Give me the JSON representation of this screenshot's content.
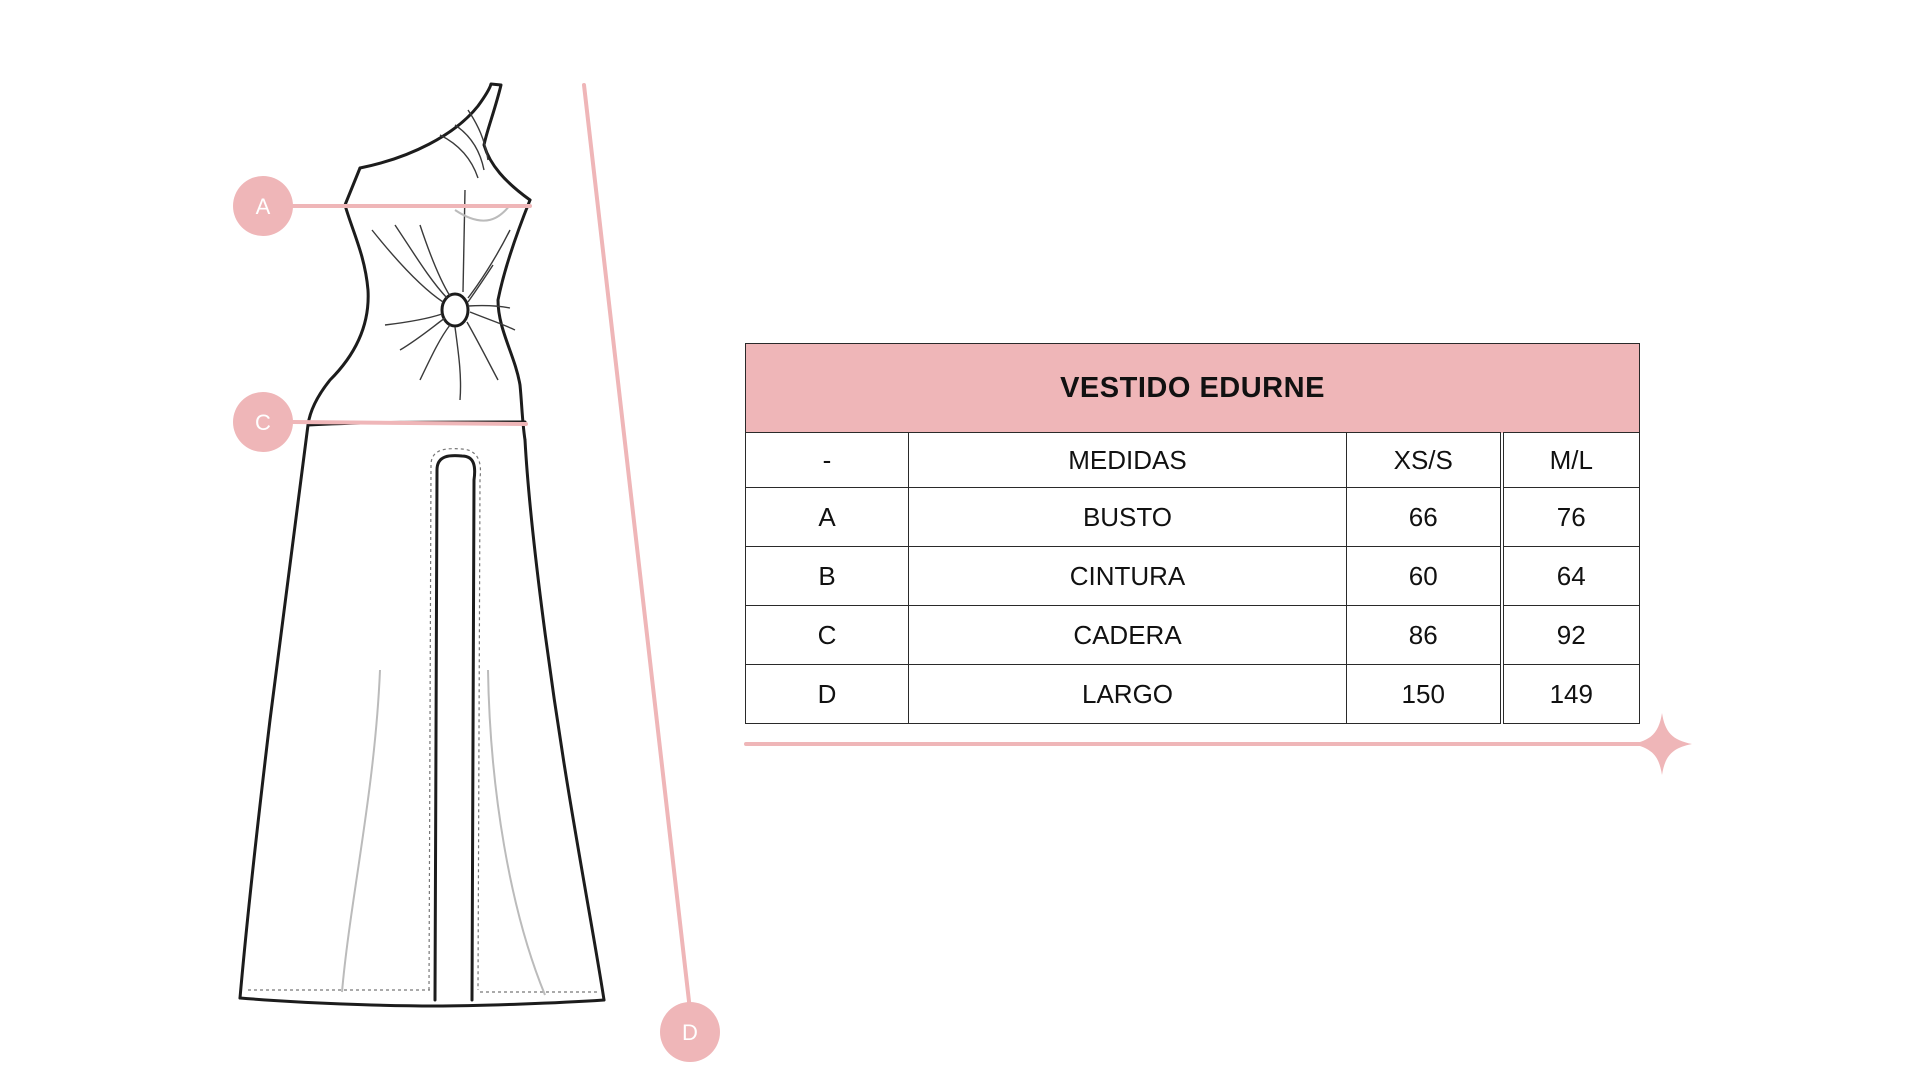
{
  "table": {
    "title": "VESTIDO EDURNE",
    "headers": [
      "-",
      "MEDIDAS",
      "XS/S",
      "M/L"
    ],
    "rows": [
      {
        "code": "A",
        "name": "BUSTO",
        "xs_s": "66",
        "m_l": "76"
      },
      {
        "code": "B",
        "name": "CINTURA",
        "xs_s": "60",
        "m_l": "64"
      },
      {
        "code": "C",
        "name": "CADERA",
        "xs_s": "86",
        "m_l": "92"
      },
      {
        "code": "D",
        "name": "LARGO",
        "xs_s": "150",
        "m_l": "149"
      }
    ]
  },
  "markers": {
    "a": "A",
    "c": "C",
    "d": "D"
  },
  "colors": {
    "accent": "#efb6b8",
    "outline": "#2a2a2a"
  }
}
